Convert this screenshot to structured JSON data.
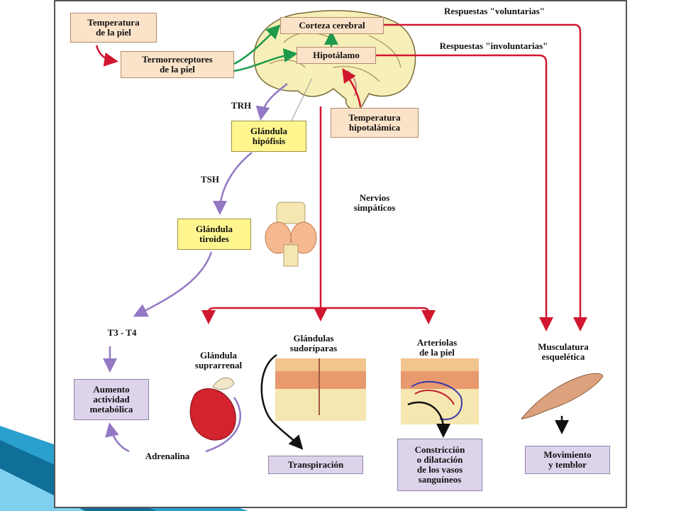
{
  "boxes": {
    "skin_temp": "Temperatura\nde la piel",
    "thermoreceptors": "Termorreceptores\nde la piel",
    "cortex": "Corteza cerebral",
    "hypothalamus": "Hipotálamo",
    "hypothalamic_temp": "Temperatura\nhipotalámica",
    "pituitary": "Glándula\nhipófisis",
    "thyroid": "Glándula\ntiroides",
    "metabolism": "Aumento\nactividad\nmetabólica",
    "transpiration": "Transpiración",
    "constriction": "Constricción\no dilatación\nde los vasos\nsanguíneos",
    "movement": "Movimiento\ny temblor"
  },
  "labels": {
    "voluntary": "Respuestas \"voluntarias\"",
    "involuntary": "Respuestas \"involuntarias\"",
    "trh": "TRH",
    "tsh": "TSH",
    "sympathetic": "Nervios\nsimpáticos",
    "t3t4": "T3 - T4",
    "adrenal": "Glándula\nsuprarrenal",
    "sweat_glands": "Glándulas\nsudoríparas",
    "arterioles": "Arteriolas\nde la piel",
    "skeletal_muscle": "Musculatura\nesquelética",
    "adrenaline": "Adrenalina"
  },
  "colors": {
    "red_arrow": "#d0172f",
    "green_arrow": "#1f9a4b",
    "purple_arrow": "#9378c4",
    "frame": "#555555",
    "deco_blue": "#1f8fbd"
  }
}
